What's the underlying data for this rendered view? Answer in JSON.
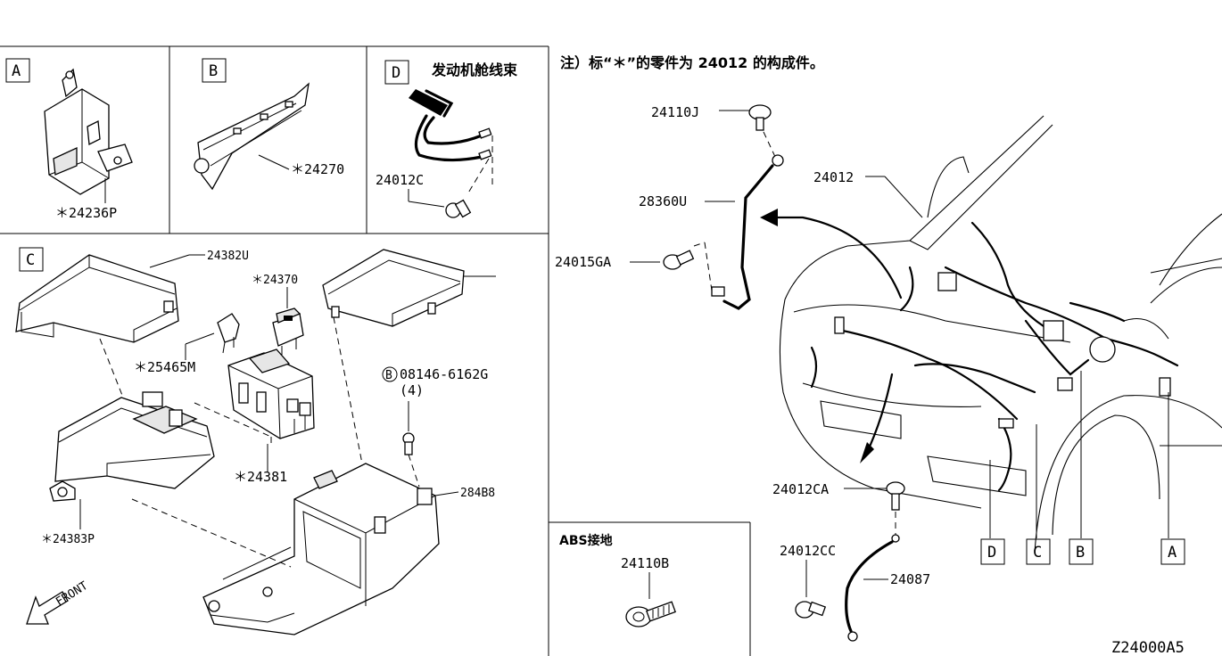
{
  "diagram_code": "Z24000A5",
  "note": "注）标“＊”的零件为 24012 的构成件。",
  "panels": {
    "A": {
      "letter": "A",
      "part": "＊24236P"
    },
    "B": {
      "letter": "B",
      "part": "＊24270"
    },
    "D": {
      "letter": "D",
      "title": "发动机舱线束",
      "part": "24012C"
    },
    "C": {
      "letter": "C",
      "parts": {
        "cover_top": "24382U",
        "relay": "＊24370",
        "fuse": "＊25465M",
        "bolt": "08146-6162G",
        "bolt_qty": "(4)",
        "bolt_marker": "B",
        "fuse_block": "＊24381",
        "lower_box": "＊24383P",
        "bracket": "284B8",
        "front": "FRONT"
      }
    },
    "ABS": {
      "title": "ABS接地",
      "part": "24110B"
    }
  },
  "main_parts": {
    "bolt_top": "24110J",
    "harness": "24012",
    "cable": "28360U",
    "clip": "24015GA",
    "bolt_ca": "24012CA",
    "bolt_cc": "24012CC",
    "cable2": "24087"
  },
  "callouts": [
    "D",
    "C",
    "B",
    "A"
  ]
}
